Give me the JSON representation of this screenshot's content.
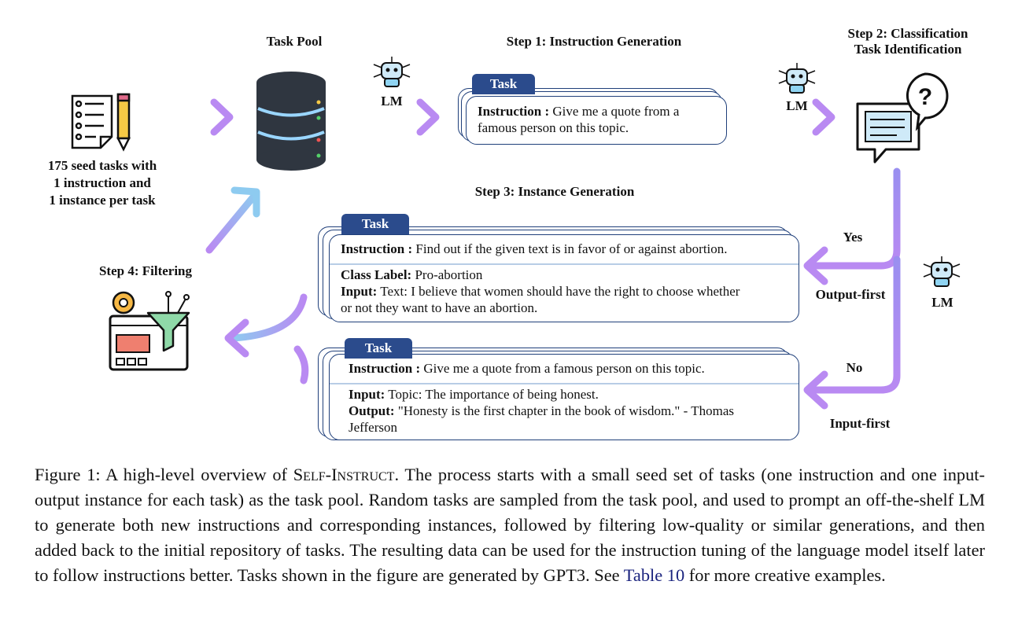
{
  "diagram": {
    "seed": {
      "line1": "175 seed tasks with",
      "line2": "1 instruction and",
      "line3": "1 instance per task"
    },
    "task_pool_label": "Task Pool",
    "step1_label": "Step 1: Instruction Generation",
    "step2_label_line1": "Step 2: Classification",
    "step2_label_line2": "Task Identification",
    "step3_label": "Step 3: Instance Generation",
    "step4_label": "Step 4: Filtering",
    "lm_label": "LM",
    "step1_card": {
      "tab": "Task",
      "instruction_key": "Instruction :",
      "instruction_text_line1": "Give me a quote from a",
      "instruction_text_line2": "famous person on this topic."
    },
    "output_first_card": {
      "tab": "Task",
      "instruction_key": "Instruction :",
      "instruction_text": "Find out if the given text is in favor of or against abortion.",
      "class_label_key": "Class Label:",
      "class_label_text": "Pro-abortion",
      "input_key": "Input:",
      "input_text_line1": "Text: I believe that women should have the right to choose whether",
      "input_text_line2": "or not they want to have an abortion."
    },
    "input_first_card": {
      "tab": "Task",
      "instruction_key": "Instruction :",
      "instruction_text": "Give me a quote from a famous person on this topic.",
      "input_key": "Input:",
      "input_text": "Topic: The importance of being honest.",
      "output_key": "Output:",
      "output_text_line1": "\"Honesty is the first chapter in the book of wisdom.\" - Thomas",
      "output_text_line2": "Jefferson"
    },
    "yes_label": "Yes",
    "no_label": "No",
    "output_first_label": "Output-first",
    "input_first_label": "Input-first"
  },
  "caption": {
    "prefix": "Figure 1: A high-level overview of ",
    "name": "Self-Instruct",
    "body": ". The process starts with a small seed set of tasks (one instruction and one input-output instance for each task) as the task pool.  Random tasks are sampled from the task pool, and used to prompt an off-the-shelf LM to generate both new instructions and corresponding instances, followed by filtering low-quality or similar generations, and then added back to the initial repository of tasks. The resulting data can be used for the instruction tuning of the language model itself later to follow instructions better.  Tasks shown in the figure are generated by GPT3. See ",
    "link": "Table 10",
    "suffix": " for more creative examples."
  },
  "colors": {
    "arrow_start": "#8ecbf0",
    "arrow_end": "#b98af2",
    "card_border": "#1f3f7a",
    "tab_fill": "#2b4b8c",
    "database": "#2f3640",
    "database_stripe": "#9ad6ff"
  },
  "icons": [
    "checklist-icon",
    "pencil-icon",
    "database-icon",
    "robot-icon",
    "question-chat-icon",
    "filter-gear-icon"
  ]
}
